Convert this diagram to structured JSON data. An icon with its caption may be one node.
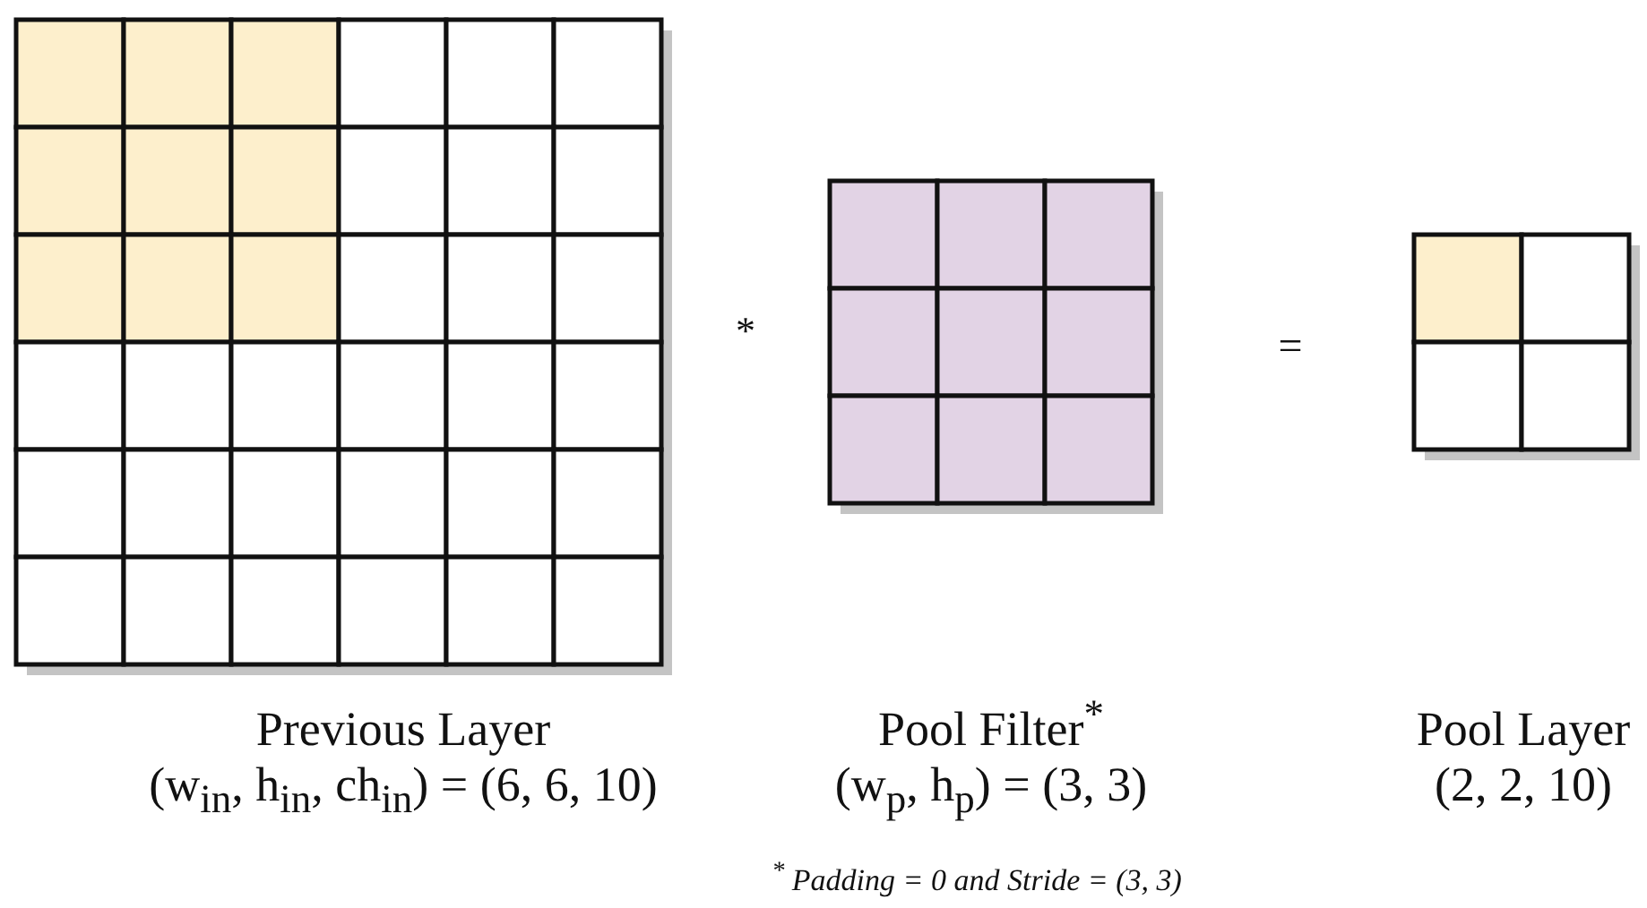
{
  "diagram": {
    "labels": [
      "*",
      "=",
      "Previous Layer",
      "Pool Filter$^{*}$",
      "Pool Layer",
      "(w$_{in}$, h$_{in}$, ch$_{in}$) = (6, 6, 10)",
      "(w$_{p}$, h$_{p}$) = (3, 3)",
      "(2, 2, 10)",
      "$^{*}$ Padding = 0 and Stride = (3, 3)"
    ]
  }
}
